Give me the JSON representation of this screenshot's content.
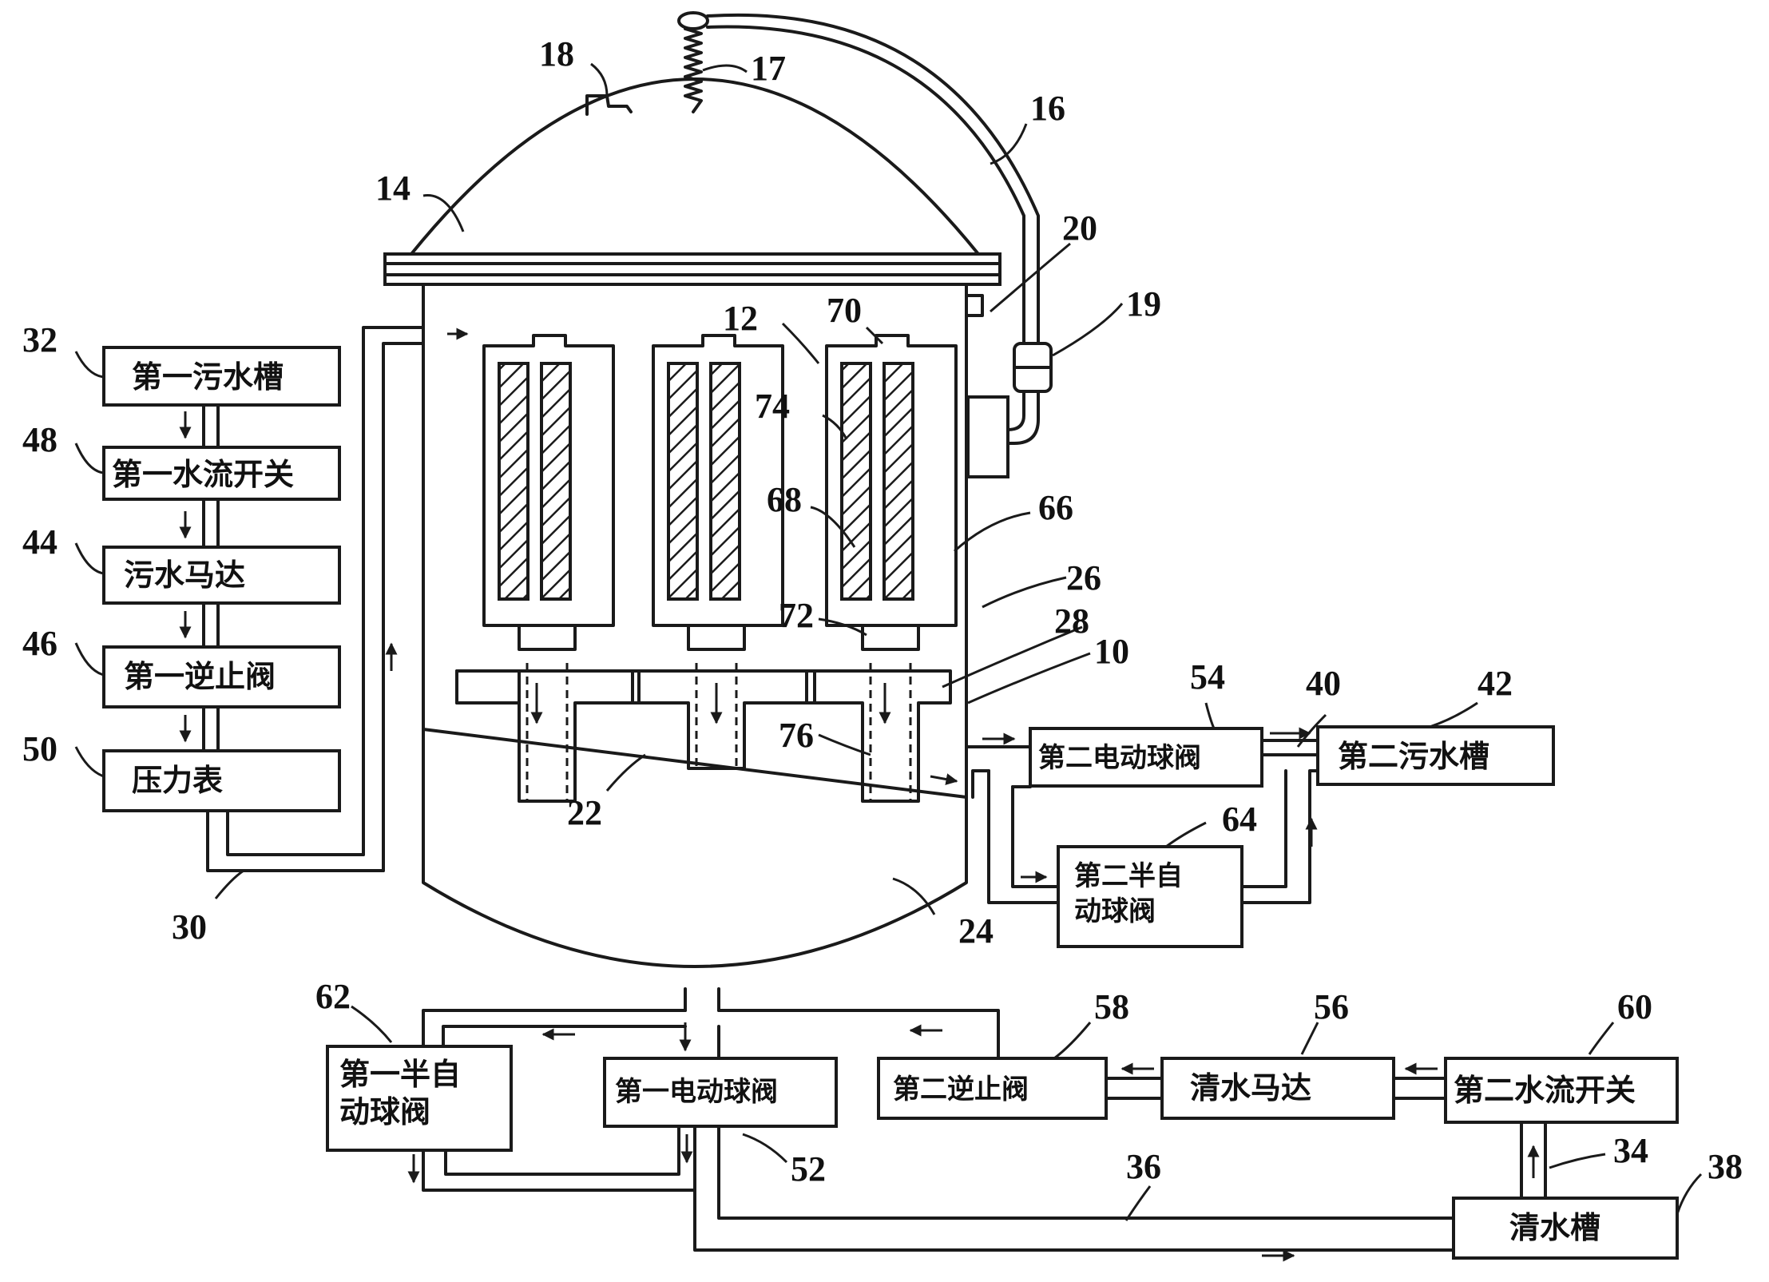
{
  "diagram": {
    "boxes": {
      "first_sewage_tank": "第一污水槽",
      "first_water_switch": "第一水流开关",
      "sewage_motor": "污水马达",
      "first_check_valve": "第一逆止阀",
      "pressure_gauge": "压力表",
      "second_electric_valve": "第二电动球阀",
      "second_sewage_tank": "第二污水槽",
      "second_semi_auto_line1": "第二半自",
      "second_semi_auto_line2": "动球阀",
      "first_semi_auto_line1": "第一半自",
      "first_semi_auto_line2": "动球阀",
      "first_electric_valve": "第一电动球阀",
      "second_check_valve": "第二逆止阀",
      "clean_motor": "清水马达",
      "second_water_switch": "第二水流开关",
      "clean_tank": "清水槽"
    },
    "refs": {
      "r10": "10",
      "r12": "12",
      "r14": "14",
      "r16": "16",
      "r17": "17",
      "r18": "18",
      "r19": "19",
      "r20": "20",
      "r22": "22",
      "r24": "24",
      "r26": "26",
      "r28": "28",
      "r30": "30",
      "r32": "32",
      "r34": "34",
      "r36": "36",
      "r38": "38",
      "r40": "40",
      "r42": "42",
      "r44": "44",
      "r46": "46",
      "r48": "48",
      "r50": "50",
      "r52": "52",
      "r54": "54",
      "r56": "56",
      "r58": "58",
      "r60": "60",
      "r62": "62",
      "r64": "64",
      "r66": "66",
      "r68": "68",
      "r70": "70",
      "r72": "72",
      "r74": "74",
      "r76": "76"
    }
  }
}
